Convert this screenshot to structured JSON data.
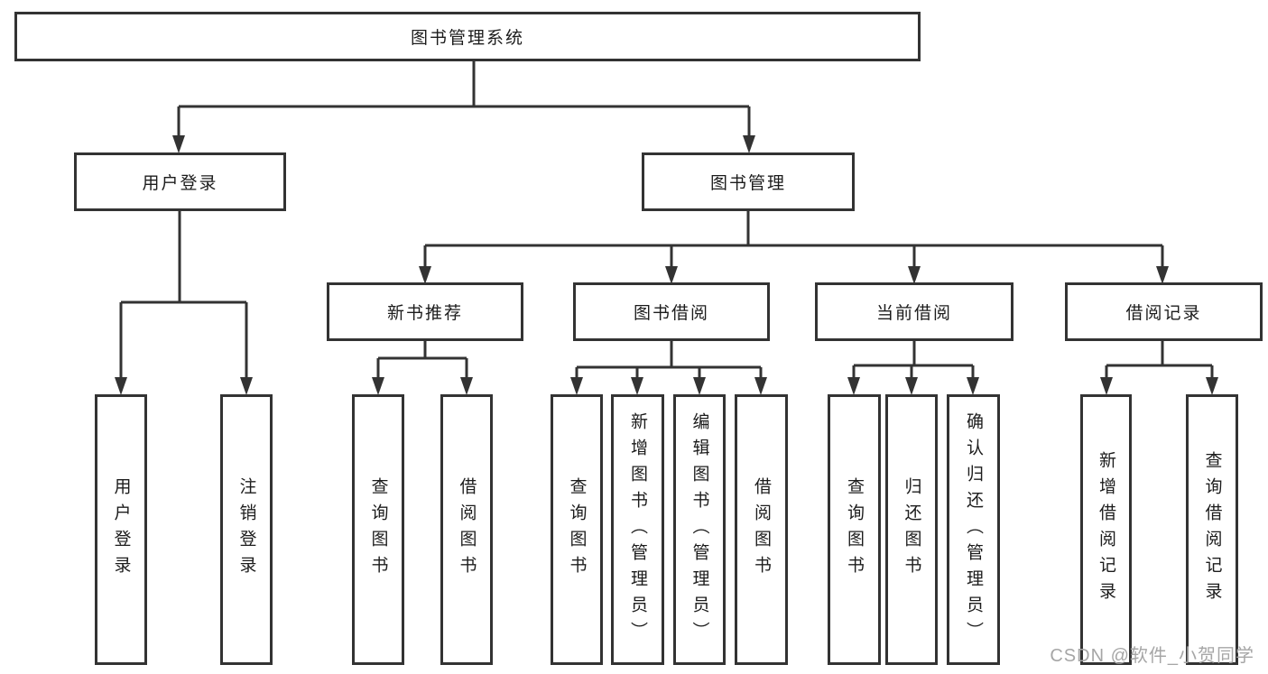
{
  "diagram": {
    "root": {
      "label": "图书管理系统"
    },
    "level2": [
      {
        "id": "user-login",
        "label": "用户登录"
      },
      {
        "id": "book-management",
        "label": "图书管理"
      }
    ],
    "level3": [
      {
        "id": "new-book-recommend",
        "label": "新书推荐"
      },
      {
        "id": "book-borrow",
        "label": "图书借阅"
      },
      {
        "id": "current-borrow",
        "label": "当前借阅"
      },
      {
        "id": "borrow-records",
        "label": "借阅记录"
      }
    ],
    "leaves": [
      {
        "id": "user-login-leaf",
        "label": "用户登录"
      },
      {
        "id": "logout",
        "label": "注销登录"
      },
      {
        "id": "query-books-1",
        "label": "查询图书"
      },
      {
        "id": "borrow-books-1",
        "label": "借阅图书"
      },
      {
        "id": "query-books-2",
        "label": "查询图书"
      },
      {
        "id": "add-books-admin",
        "label": "新增图书（管理员）"
      },
      {
        "id": "edit-books-admin",
        "label": "编辑图书（管理员）"
      },
      {
        "id": "borrow-books-2",
        "label": "借阅图书"
      },
      {
        "id": "query-books-3",
        "label": "查询图书"
      },
      {
        "id": "return-books",
        "label": "归还图书"
      },
      {
        "id": "confirm-return-admin",
        "label": "确认归还（管理员）"
      },
      {
        "id": "add-borrow-record",
        "label": "新增借阅记录"
      },
      {
        "id": "query-borrow-record",
        "label": "查询借阅记录"
      }
    ]
  },
  "watermark": {
    "text": "CSDN @软件_小贺同学"
  },
  "colors": {
    "line": "#333333",
    "box_border": "#333333",
    "text": "#1c1c1c",
    "watermark": "#a6a6a6",
    "background": "#ffffff"
  }
}
